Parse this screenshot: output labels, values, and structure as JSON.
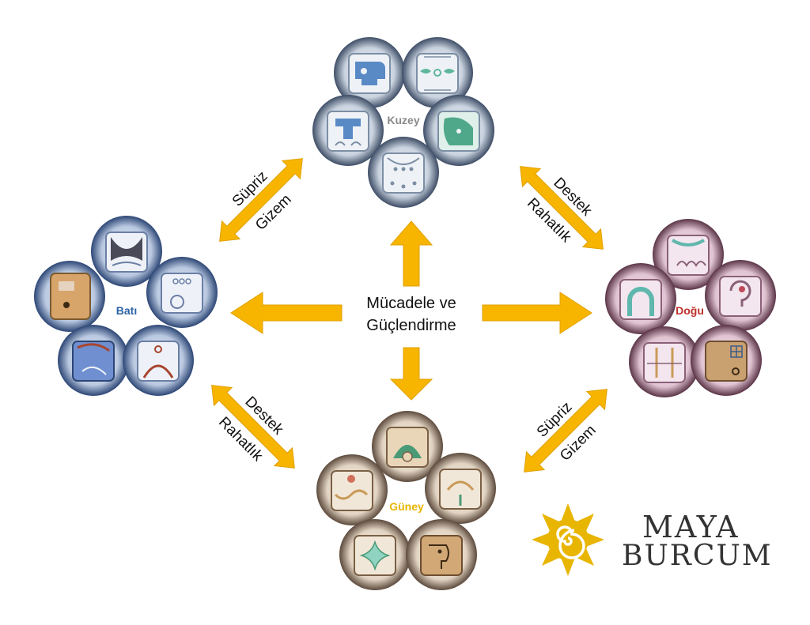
{
  "center": {
    "line1": "Mücadele ve",
    "line2": "Güçlendirme"
  },
  "clusters": {
    "north": {
      "label": "Kuzey",
      "color": "#8a8a8a",
      "ring": "#3a4a62"
    },
    "west": {
      "label": "Batı",
      "color": "#2b63a8",
      "ring": "#2c4675"
    },
    "east": {
      "label": "Doğu",
      "color": "#c0312b",
      "ring": "#5a3446"
    },
    "south": {
      "label": "Güney",
      "color": "#e8b500",
      "ring": "#5c4a3c"
    }
  },
  "arrows": {
    "nw": {
      "top": "Süpriz",
      "bottom": "Gizem"
    },
    "ne": {
      "top": "Destek",
      "bottom": "Rahatlık"
    },
    "sw": {
      "top": "Destek",
      "bottom": "Rahatlık"
    },
    "se": {
      "top": "Süpriz",
      "bottom": "Gizem"
    }
  },
  "logo": {
    "line1": "MAYA",
    "line2": "BURCUM",
    "accent": "#e8b500"
  },
  "colors": {
    "arrow": "#f7b500",
    "arrow_edge": "#e0a000"
  }
}
